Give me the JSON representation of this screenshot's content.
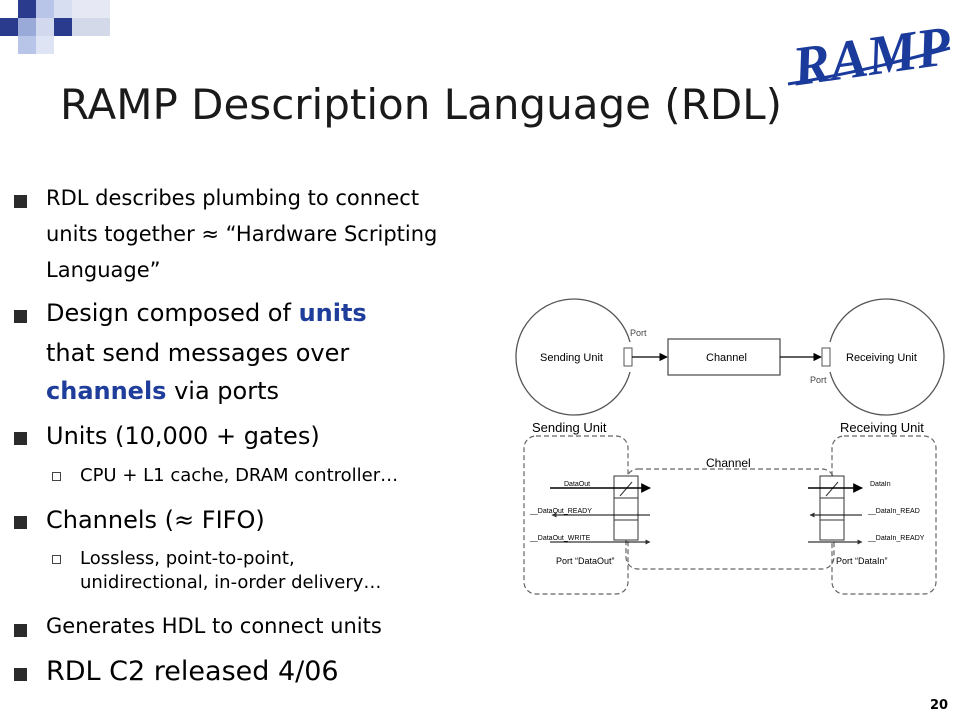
{
  "header": {
    "title": "RAMP Description Language (RDL)",
    "logo_text": "RAMP",
    "accent_color": "#1a3a9c"
  },
  "bullets": {
    "b1": [
      "RDL describes plumbing to connect",
      "units together ≈ “Hardware Scripting",
      "Language”"
    ],
    "b2_pre": "Design composed of ",
    "b2_units": "units",
    "b2_line2": "that send messages over",
    "b2_channels": "channels",
    "b2_post": " via ports",
    "b3": "Units (10,000 + gates)",
    "b3_sub": "CPU + L1 cache, DRAM controller…",
    "b4": "Channels (≈ FIFO)",
    "b4_sub": [
      "Lossless, point-to-point,",
      "unidirectional, in-order delivery…"
    ],
    "b5": "Generates HDL to connect units",
    "b6": "RDL C2 released 4/06"
  },
  "diagram": {
    "top": {
      "sending_unit": "Sending Unit",
      "channel": "Channel",
      "receiving_unit": "Receiving Unit",
      "port_top": "Port",
      "port_bottom": "Port"
    },
    "bottom": {
      "sending_unit": "Sending Unit",
      "receiving_unit": "Receiving Unit",
      "channel": "Channel",
      "left_signals": [
        "DataOut",
        "__DataOut_READY",
        "__DataOut_WRITE"
      ],
      "right_signals": [
        "DataIn",
        "__DataIn_READ",
        "__DataIn_READY"
      ],
      "port_left": "Port “DataOut”",
      "port_right": "Port “DataIn”"
    }
  },
  "footer": {
    "page_number": "20"
  }
}
